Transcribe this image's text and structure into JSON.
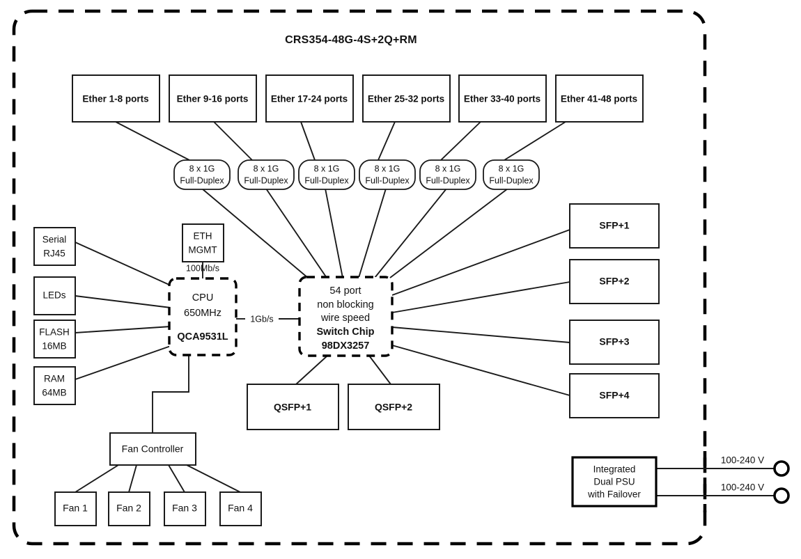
{
  "diagram": {
    "title": "CRS354-48G-4S+2Q+RM",
    "chassis_border_style": "dashed",
    "colors": {
      "line": "#1a1a1a",
      "border": "#000000",
      "background": "#ffffff",
      "text": "#111111"
    },
    "ether_ports": [
      {
        "label": "Ether 1-8 ports"
      },
      {
        "label": "Ether 9-16 ports"
      },
      {
        "label": "Ether 17-24 ports"
      },
      {
        "label": "Ether 25-32 ports"
      },
      {
        "label": "Ether 33-40 ports"
      },
      {
        "label": "Ether 41-48 ports"
      }
    ],
    "phy_pills": [
      {
        "line1": "8 x 1G",
        "line2": "Full-Duplex"
      },
      {
        "line1": "8 x 1G",
        "line2": "Full-Duplex"
      },
      {
        "line1": "8 x 1G",
        "line2": "Full-Duplex"
      },
      {
        "line1": "8 x 1G",
        "line2": "Full-Duplex"
      },
      {
        "line1": "8 x 1G",
        "line2": "Full-Duplex"
      },
      {
        "line1": "8 x 1G",
        "line2": "Full-Duplex"
      }
    ],
    "peripherals": [
      {
        "line1": "Serial",
        "line2": "RJ45"
      },
      {
        "line1": "LEDs",
        "line2": ""
      },
      {
        "line1": "FLASH",
        "line2": "16MB"
      },
      {
        "line1": "RAM",
        "line2": "64MB"
      }
    ],
    "eth_mgmt": {
      "line1": "ETH",
      "line2": "MGMT",
      "speed_label": "100Mb/s"
    },
    "cpu": {
      "line1": "CPU",
      "line2": "650MHz",
      "model": "QCA9531L"
    },
    "cpu_switch_link_label": "1Gb/s",
    "switch_chip": {
      "line1": "54 port",
      "line2": "non blocking",
      "line3": "wire speed",
      "line4": "Switch Chip",
      "line5": "98DX3257"
    },
    "sfp_ports": [
      {
        "label": "SFP+1"
      },
      {
        "label": "SFP+2"
      },
      {
        "label": "SFP+3"
      },
      {
        "label": "SFP+4"
      }
    ],
    "qsfp_ports": [
      {
        "label": "QSFP+1"
      },
      {
        "label": "QSFP+2"
      }
    ],
    "fan_controller": {
      "label": "Fan Controller"
    },
    "fans": [
      {
        "label": "Fan 1"
      },
      {
        "label": "Fan 2"
      },
      {
        "label": "Fan 3"
      },
      {
        "label": "Fan 4"
      }
    ],
    "psu": {
      "line1": "Integrated",
      "line2": "Dual PSU",
      "line3": "with Failover"
    },
    "power_inputs": [
      {
        "label": "100-240 V"
      },
      {
        "label": "100-240 V"
      }
    ]
  }
}
